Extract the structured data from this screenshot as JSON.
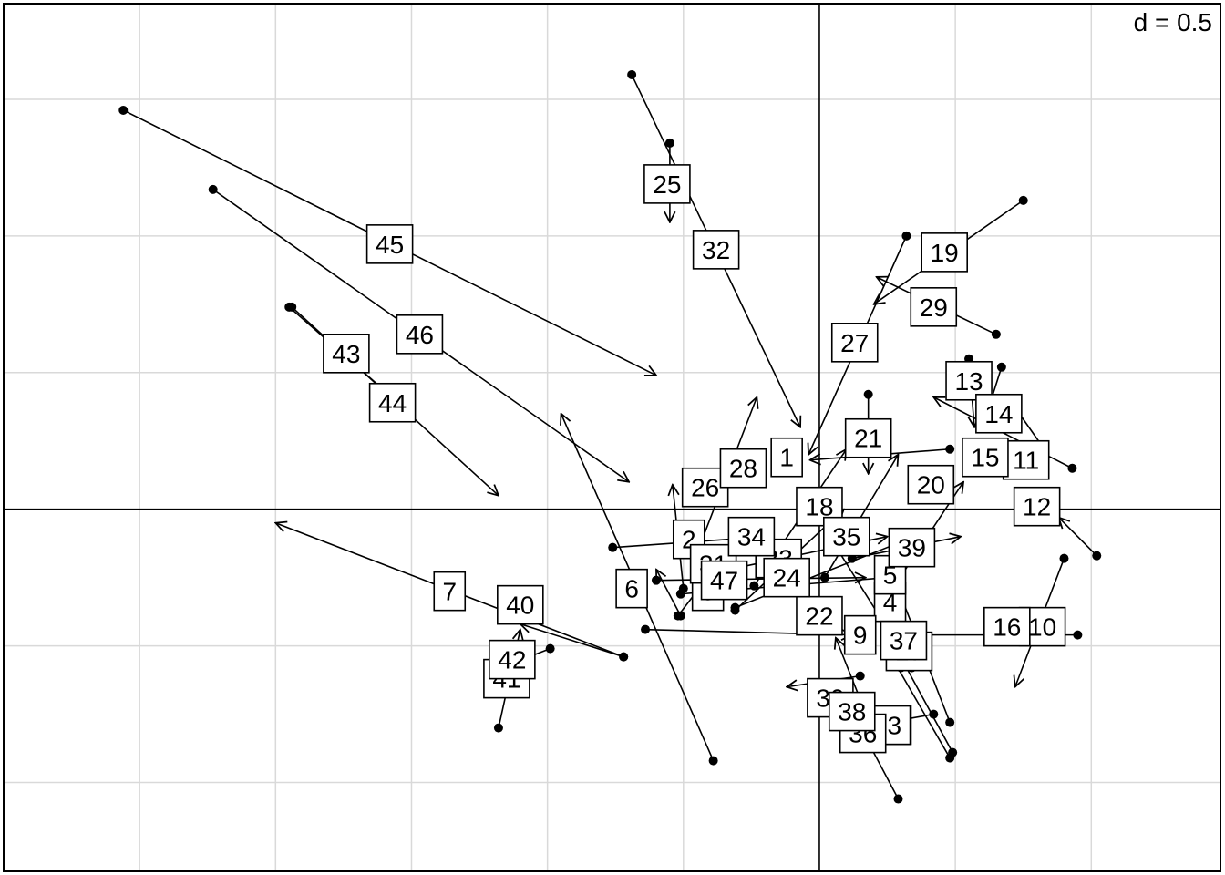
{
  "chart_data": {
    "type": "scatter",
    "subtype": "procrustes-arrows",
    "scale_label": "d = 0.5",
    "grid": true,
    "xlim": [
      -3.0,
      1.475
    ],
    "ylim": [
      -1.325,
      1.85
    ],
    "points": [
      {
        "id": "1",
        "x": 0.48,
        "y": 0.22,
        "x_end": -0.035,
        "y_end": 0.18
      },
      {
        "id": "2",
        "x": -0.76,
        "y": -0.14,
        "x_end": -0.19,
        "y_end": -0.1
      },
      {
        "id": "3",
        "x": 0.42,
        "y": -0.75,
        "x_end": 0.25,
        "y_end": -0.78
      },
      {
        "id": "4",
        "x": 0.3,
        "y": -0.58,
        "x_end": 0.24,
        "y_end": -0.34
      },
      {
        "id": "5",
        "x": 0.48,
        "y": -0.78,
        "x_end": 0.25,
        "y_end": -0.19
      },
      {
        "id": "6",
        "x": -0.39,
        "y": -0.92,
        "x_end": -0.95,
        "y_end": 0.35
      },
      {
        "id": "7",
        "x": -0.72,
        "y": -0.54,
        "x_end": -2.0,
        "y_end": -0.05
      },
      {
        "id": "8",
        "x": -0.51,
        "y": -0.39,
        "x_end": -0.6,
        "y_end": -0.22
      },
      {
        "id": "9",
        "x": -0.64,
        "y": -0.44,
        "x_end": 0.12,
        "y_end": -0.46
      },
      {
        "id": "10",
        "x": 0.9,
        "y": -0.18,
        "x_end": 0.72,
        "y_end": -0.65
      },
      {
        "id": "11",
        "x": 0.82,
        "y": 0.23,
        "x_end": 0.7,
        "y_end": 0.4
      },
      {
        "id": "12",
        "x": 1.02,
        "y": -0.17,
        "x_end": 0.88,
        "y_end": -0.03
      },
      {
        "id": "13",
        "x": 0.55,
        "y": 0.55,
        "x_end": 0.57,
        "y_end": 0.3
      },
      {
        "id": "14",
        "x": 0.67,
        "y": 0.52,
        "x_end": 0.6,
        "y_end": 0.3
      },
      {
        "id": "15",
        "x": 0.93,
        "y": 0.15,
        "x_end": 0.42,
        "y_end": 0.41
      },
      {
        "id": "16",
        "x": 0.95,
        "y": -0.46,
        "x_end": 0.35,
        "y_end": -0.46
      },
      {
        "id": "17",
        "x": 0.34,
        "y": -0.58,
        "x_end": 0.05,
        "y_end": -0.12
      },
      {
        "id": "18",
        "x": -0.24,
        "y": -0.28,
        "x_end": 0.1,
        "y_end": 0.22
      },
      {
        "id": "19",
        "x": 0.75,
        "y": 1.13,
        "x_end": 0.2,
        "y_end": 0.75
      },
      {
        "id": "20",
        "x": 0.23,
        "y": -0.35,
        "x_end": 0.53,
        "y_end": 0.1
      },
      {
        "id": "21",
        "x": 0.18,
        "y": 0.42,
        "x_end": 0.18,
        "y_end": 0.13
      },
      {
        "id": "22",
        "x": -0.31,
        "y": -0.36,
        "x_end": 0.3,
        "y_end": -0.12
      },
      {
        "id": "23",
        "x": -0.38,
        "y": -0.23,
        "x_end": 0.25,
        "y_end": -0.1
      },
      {
        "id": "24",
        "x": -0.6,
        "y": -0.26,
        "x_end": 0.17,
        "y_end": -0.25
      },
      {
        "id": "25",
        "x": -0.55,
        "y": 1.34,
        "x_end": -0.55,
        "y_end": 1.05
      },
      {
        "id": "26",
        "x": -0.5,
        "y": -0.29,
        "x_end": -0.54,
        "y_end": 0.09
      },
      {
        "id": "27",
        "x": 0.32,
        "y": 1.0,
        "x_end": -0.04,
        "y_end": 0.2
      },
      {
        "id": "28",
        "x": -0.45,
        "y": -0.16,
        "x_end": -0.23,
        "y_end": 0.41
      },
      {
        "id": "29",
        "x": 0.65,
        "y": 0.64,
        "x_end": 0.21,
        "y_end": 0.85
      },
      {
        "id": "30",
        "x": 0.15,
        "y": -0.61,
        "x_end": -0.12,
        "y_end": -0.65
      },
      {
        "id": "31",
        "x": -0.52,
        "y": -0.39,
        "x_end": -0.35,
        "y_end": -0.17
      },
      {
        "id": "32",
        "x": -0.69,
        "y": 1.59,
        "x_end": -0.07,
        "y_end": 0.3
      },
      {
        "id": "33",
        "x": 0.18,
        "y": -0.77,
        "x_end": 0.06,
        "y_end": -0.47
      },
      {
        "id": "34",
        "x": -0.31,
        "y": -0.37,
        "x_end": 0.09,
        "y_end": 0.0
      },
      {
        "id": "35",
        "x": 0.02,
        "y": -0.25,
        "x_end": 0.29,
        "y_end": 0.2
      },
      {
        "id": "36",
        "x": 0.29,
        "y": -1.06,
        "x_end": 0.12,
        "y_end": -0.74
      },
      {
        "id": "37",
        "x": 0.48,
        "y": -0.91,
        "x_end": 0.23,
        "y_end": -0.48
      },
      {
        "id": "38",
        "x": 0.49,
        "y": -0.89,
        "x_end": 0.26,
        "y_end": -0.47
      },
      {
        "id": "39",
        "x": 0.12,
        "y": -0.18,
        "x_end": 0.52,
        "y_end": -0.1
      },
      {
        "id": "40",
        "x": -0.72,
        "y": -0.54,
        "x_end": -1.1,
        "y_end": -0.42
      },
      {
        "id": "41",
        "x": -1.18,
        "y": -0.8,
        "x_end": -1.1,
        "y_end": -0.44
      },
      {
        "id": "42",
        "x": -0.99,
        "y": -0.51,
        "x_end": -1.12,
        "y_end": -0.56
      },
      {
        "id": "43",
        "x": -1.95,
        "y": 0.74,
        "x_end": -1.56,
        "y_end": 0.4
      },
      {
        "id": "44",
        "x": -1.94,
        "y": 0.74,
        "x_end": -1.18,
        "y_end": 0.05
      },
      {
        "id": "45",
        "x": -2.56,
        "y": 1.46,
        "x_end": -0.6,
        "y_end": 0.49
      },
      {
        "id": "46",
        "x": -2.23,
        "y": 1.17,
        "x_end": -0.7,
        "y_end": 0.1
      },
      {
        "id": "47",
        "x": -0.51,
        "y": -0.31,
        "x_end": 0.25,
        "y_end": -0.25
      }
    ],
    "labels": [
      {
        "id": "1",
        "x": -0.12,
        "y": 0.19
      },
      {
        "id": "2",
        "x": -0.48,
        "y": -0.11
      },
      {
        "id": "3",
        "x": 0.28,
        "y": -0.79
      },
      {
        "id": "4",
        "x": 0.26,
        "y": -0.34
      },
      {
        "id": "5",
        "x": 0.26,
        "y": -0.24
      },
      {
        "id": "6",
        "x": -0.69,
        "y": -0.29
      },
      {
        "id": "7",
        "x": -1.36,
        "y": -0.3
      },
      {
        "id": "8",
        "x": -0.41,
        "y": -0.3
      },
      {
        "id": "9",
        "x": 0.15,
        "y": -0.46
      },
      {
        "id": "10",
        "x": 0.82,
        "y": -0.43
      },
      {
        "id": "11",
        "x": 0.76,
        "y": 0.18
      },
      {
        "id": "12",
        "x": 0.8,
        "y": 0.01
      },
      {
        "id": "13",
        "x": 0.55,
        "y": 0.47
      },
      {
        "id": "14",
        "x": 0.66,
        "y": 0.35
      },
      {
        "id": "15",
        "x": 0.61,
        "y": 0.19
      },
      {
        "id": "16",
        "x": 0.69,
        "y": -0.43
      },
      {
        "id": "17",
        "x": 0.33,
        "y": -0.52
      },
      {
        "id": "18",
        "x": 0.0,
        "y": 0.01
      },
      {
        "id": "19",
        "x": 0.46,
        "y": 0.94
      },
      {
        "id": "20",
        "x": 0.41,
        "y": 0.09
      },
      {
        "id": "21",
        "x": 0.18,
        "y": 0.26
      },
      {
        "id": "22",
        "x": 0.0,
        "y": -0.39
      },
      {
        "id": "23",
        "x": -0.15,
        "y": -0.18
      },
      {
        "id": "24",
        "x": -0.12,
        "y": -0.25
      },
      {
        "id": "25",
        "x": -0.56,
        "y": 1.19
      },
      {
        "id": "26",
        "x": -0.42,
        "y": 0.08
      },
      {
        "id": "27",
        "x": 0.13,
        "y": 0.61
      },
      {
        "id": "28",
        "x": -0.28,
        "y": 0.15
      },
      {
        "id": "29",
        "x": 0.42,
        "y": 0.74
      },
      {
        "id": "30",
        "x": 0.04,
        "y": -0.69
      },
      {
        "id": "31",
        "x": -0.39,
        "y": -0.2
      },
      {
        "id": "32",
        "x": -0.38,
        "y": 0.95
      },
      {
        "id": "33",
        "x": 0.25,
        "y": -0.79
      },
      {
        "id": "34",
        "x": -0.25,
        "y": -0.1
      },
      {
        "id": "35",
        "x": 0.1,
        "y": -0.1
      },
      {
        "id": "36",
        "x": 0.16,
        "y": -0.82
      },
      {
        "id": "37",
        "x": 0.31,
        "y": -0.48
      },
      {
        "id": "38",
        "x": 0.12,
        "y": -0.74
      },
      {
        "id": "39",
        "x": 0.34,
        "y": -0.14
      },
      {
        "id": "40",
        "x": -1.1,
        "y": -0.35
      },
      {
        "id": "41",
        "x": -1.15,
        "y": -0.62
      },
      {
        "id": "42",
        "x": -1.13,
        "y": -0.55
      },
      {
        "id": "43",
        "x": -1.74,
        "y": 0.57
      },
      {
        "id": "44",
        "x": -1.57,
        "y": 0.39
      },
      {
        "id": "45",
        "x": -1.58,
        "y": 0.97
      },
      {
        "id": "46",
        "x": -1.47,
        "y": 0.64
      },
      {
        "id": "47",
        "x": -0.35,
        "y": -0.26
      }
    ]
  }
}
